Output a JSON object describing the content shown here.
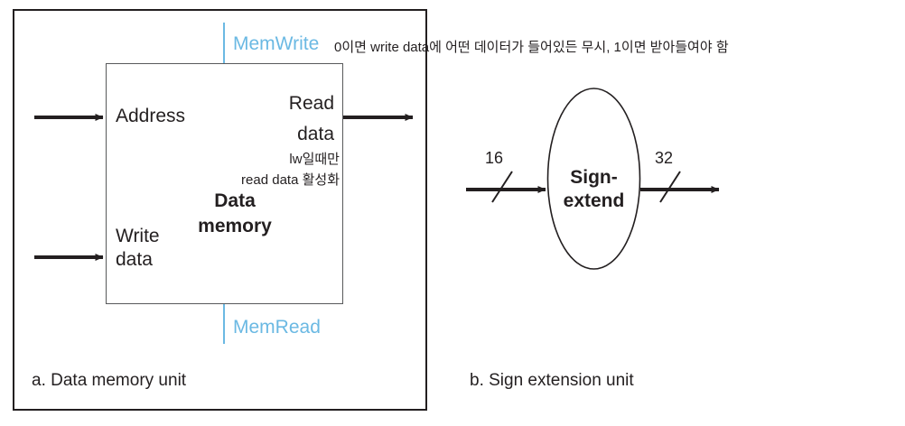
{
  "figure": {
    "title_a": "a. Data memory unit",
    "title_b": "b. Sign extension unit"
  },
  "data_memory_unit": {
    "block_label_line1": "Data",
    "block_label_line2": "memory",
    "ports": {
      "address": "Address",
      "write_data_line1": "Write",
      "write_data_line2": "data",
      "read_data_line1": "Read",
      "read_data_line2": "data"
    },
    "controls": {
      "mem_write": "MemWrite",
      "mem_read": "MemRead",
      "mem_write_color": "#6bb9e3",
      "mem_read_color": "#6bb9e3"
    },
    "annotations": {
      "mem_write_note": "0이면 write data에 어떤 데이터가 들어있든 무시, 1이면 받아들여야 함",
      "read_data_note_line1": "lw일때만",
      "read_data_note_line2": "read data 활성화"
    }
  },
  "sign_extension_unit": {
    "block_label_line1": "Sign-",
    "block_label_line2": "extend",
    "bus_in_width": "16",
    "bus_out_width": "32"
  },
  "colors": {
    "ink": "#231f20",
    "box_stroke": "#58595b",
    "control_blue": "#6bb9e3",
    "background": "#ffffff"
  }
}
